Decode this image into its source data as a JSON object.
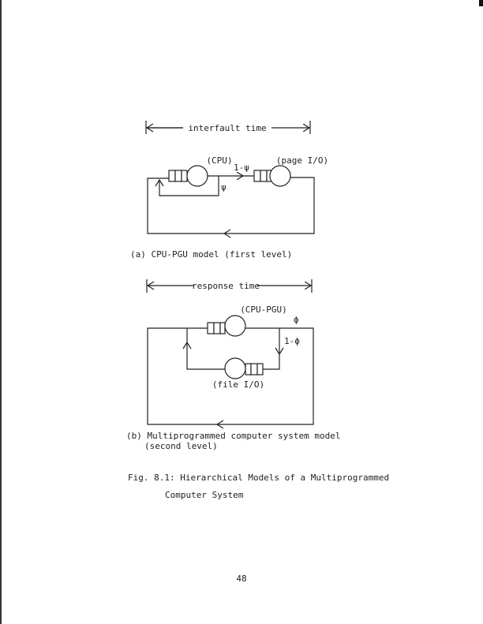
{
  "diagram_a": {
    "span_label": "interfault time",
    "cpu_label": "(CPU)",
    "page_io_label": "(page I/O)",
    "branch_out_label": "1-ψ",
    "branch_loop_label": "ψ",
    "caption": "(a) CPU-PGU model (first level)"
  },
  "diagram_b": {
    "span_label": "response time",
    "cpu_pgu_label": "(CPU-PGU)",
    "exit_label": "ϕ",
    "branch_label": "1-ϕ",
    "file_io_label": "(file I/O)",
    "caption_line1": "(b)  Multiprogrammed computer system model",
    "caption_line2": "(second level)"
  },
  "figure_caption": {
    "line1": "Fig. 8.1:  Hierarchical Models of a Multiprogrammed",
    "line2": "Computer System"
  },
  "page_number": "48"
}
